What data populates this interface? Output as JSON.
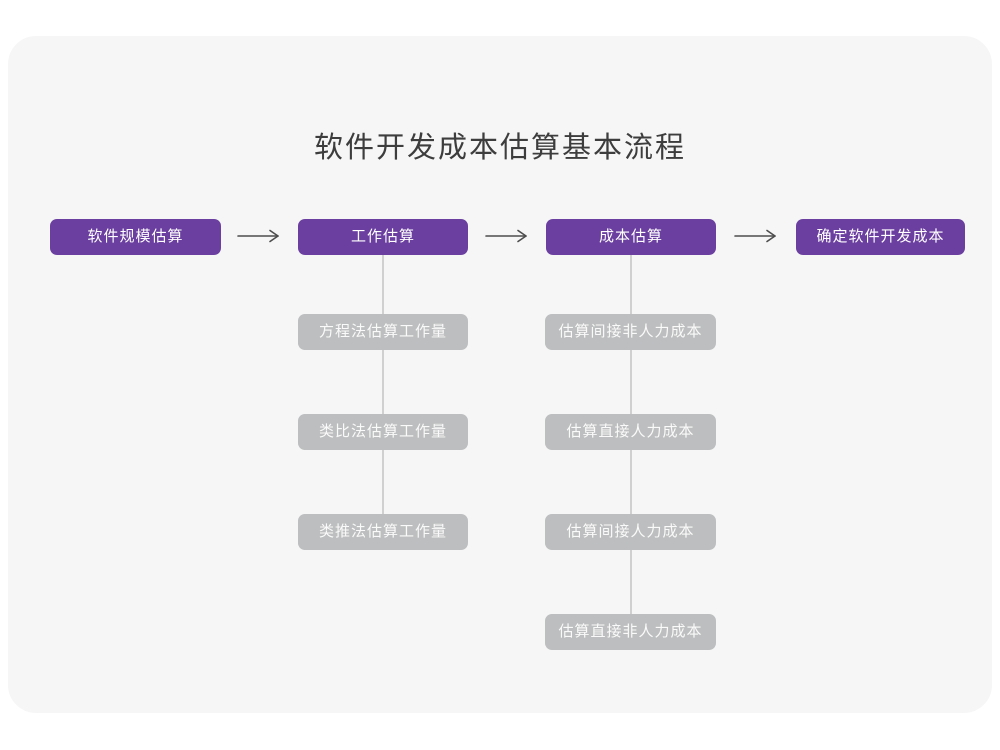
{
  "page": {
    "title": "软件开发成本估算基本流程"
  },
  "colors": {
    "purple": "#6B3FA0",
    "gray_box": "#BDBEBF",
    "card_bg": "#F6F6F7",
    "title_text": "#3D3D3D",
    "arrow": "#4D4D4D",
    "connector": "#D0D0D0"
  },
  "flow": {
    "main_steps": [
      {
        "label": "软件规模估算"
      },
      {
        "label": "工作估算"
      },
      {
        "label": "成本估算"
      },
      {
        "label": "确定软件开发成本"
      }
    ],
    "work_estimation_methods": [
      "方程法估算工作量",
      "类比法估算工作量",
      "类推法估算工作量"
    ],
    "cost_estimation_methods": [
      "估算间接非人力成本",
      "估算直接人力成本",
      "估算间接人力成本",
      "估算直接非人力成本"
    ]
  }
}
